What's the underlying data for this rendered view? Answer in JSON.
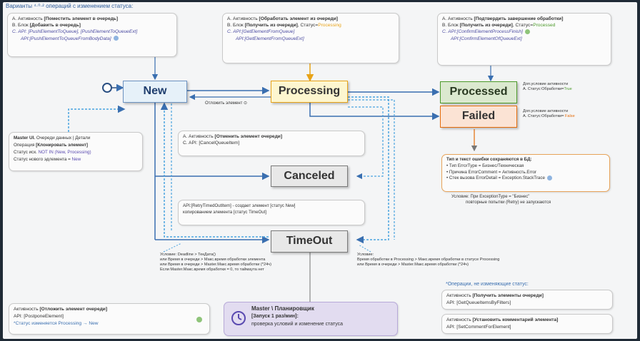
{
  "title": "Варианты ⁴·⁰·² операций с изменением статуса:",
  "box_new": {
    "a_prefix": "A. Активность ",
    "a_bold": "[Поместить элемент в очередь]",
    "b_prefix": "B. Блок ",
    "b_bold": "[Добавить в очередь]",
    "c1": "C. API: [PushElementToQueue], [PushElementToQueueExt]",
    "c2": "API:[PushElementToQueueFromBodyData]"
  },
  "box_processing": {
    "a_prefix": "A. Активность ",
    "a_bold": "[Обработать элемент из очереди]",
    "b_prefix": "B. Блок ",
    "b_bold": "[Получить из очереди]",
    "b_status": ", Статус=",
    "b_status_val": "Processing",
    "c1": "C. API:[GetElementFromQueue]",
    "c2": "API:[GetElementFromQueueExt]"
  },
  "box_processed": {
    "a_prefix": "A. Активность ",
    "a_bold": "[Подтвердить завершение обработки]",
    "b_prefix": "B. Блок ",
    "b_bold": "[Получить из очереди]",
    "b_status": ", Статус=",
    "b_status_val": "Processed",
    "c1": "C. API:[ConfirmElementProcessFinish]",
    "c2": "API:[ConfirmElementOfQueueExt]"
  },
  "states": {
    "new": "New",
    "processing": "Processing",
    "processed": "Processed",
    "failed": "Failed",
    "canceled": "Canceled",
    "timeout": "TimeOut"
  },
  "postpone_label": "Отложить элемент ⊙",
  "cond_processed": {
    "line1": "Доп.условие активности",
    "line2": "A. Статус:Обработки=",
    "val": "True"
  },
  "cond_failed": {
    "line1": "Доп.условие активности",
    "line2": "A. Статус:Обработки= ",
    "val": "False"
  },
  "box_master_ui": {
    "l1_bold": "Master UI.",
    "l1_rest": " Очереди данных | Детали",
    "l2_prefix": "Операция ",
    "l2_bold": "[Клонировать элемент]",
    "l3_prefix": "Статус иск. ",
    "l3_val": "NOT IN (New, Processing)",
    "l4_prefix": "Статус нового эдлемента = ",
    "l4_val": "New"
  },
  "box_cancel": {
    "a_prefix": "A. Активность ",
    "a_bold": "[Отменить элемент очереди]",
    "c": "C. API: [CancelQueueItem]"
  },
  "box_retry": {
    "l1": "API:[RetryTimedOutItem] - создает элемент [статус New]",
    "l2": "копированием элемента [статус TimeOut]"
  },
  "box_error": {
    "heading": "Тип и текст ошибки сохраняются в БД:",
    "l1": "• Тип ErrorType = Бизнес/Техническая",
    "l2": "• Причина ErrorComment = Активность.Error",
    "l3": "• Стек вызова ErrorDetail = Exception.StackTrace",
    "cond1": "Условие: При ExceptionType = \"Бизнес\"",
    "cond2": "повторные попытки (Retry) не запускаются"
  },
  "timeout_left": {
    "l1": "Условие:       Deadline > ТекДата()",
    "l2": "или Время в очереди > Макс.время обработки элемента",
    "l3": "или Время в очереди > Master.Макс.время обработки (*24ч)",
    "l4": "Если   Master.Макс.время обработки = 0, то таймаута нет"
  },
  "timeout_right": {
    "l1": "Условие:",
    "l2": "Время обработки в Processing > Макс.время обработки в статусе Processing",
    "l3": "или Время в очереди > Master.Макс.время обработки (*24ч)"
  },
  "box_postpone": {
    "l1_prefix": "Активность ",
    "l1_bold": "[Отложить элемент очереди]",
    "l2": "API: [PostponeElement]",
    "l3": "*Статус изменяется Processing → New"
  },
  "box_scheduler": {
    "title": "Master \\ Планировщик",
    "run": "[Запуск 1 раз/мин]:",
    "desc": "проверка условий и изменение статуса"
  },
  "nonchanging_title": "*Операции, не изменяющие статус:",
  "box_getitems": {
    "l1_prefix": "Активность ",
    "l1_bold": "[Получить элементы очереди]",
    "l2": "API: [GetQueueItemsByFilters]"
  },
  "box_comment": {
    "l1_prefix": "Активность ",
    "l1_bold": "[Установить комментарий элемента]",
    "l2": "API: [SetCommentForElement]"
  },
  "colors": {
    "new_fill": "#e6f1f9",
    "processing_fill": "#fdf6cf",
    "processed_fill": "#dbe9cf",
    "failed_fill": "#fbe3d4",
    "canceled_fill": "#e8e8e8",
    "timeout_fill": "#e8e8e8",
    "arrow_blue": "#3a6fb0",
    "processing_orange": "#e8a317",
    "processed_green": "#4c9a2a",
    "failed_orange": "#e46c0a"
  }
}
